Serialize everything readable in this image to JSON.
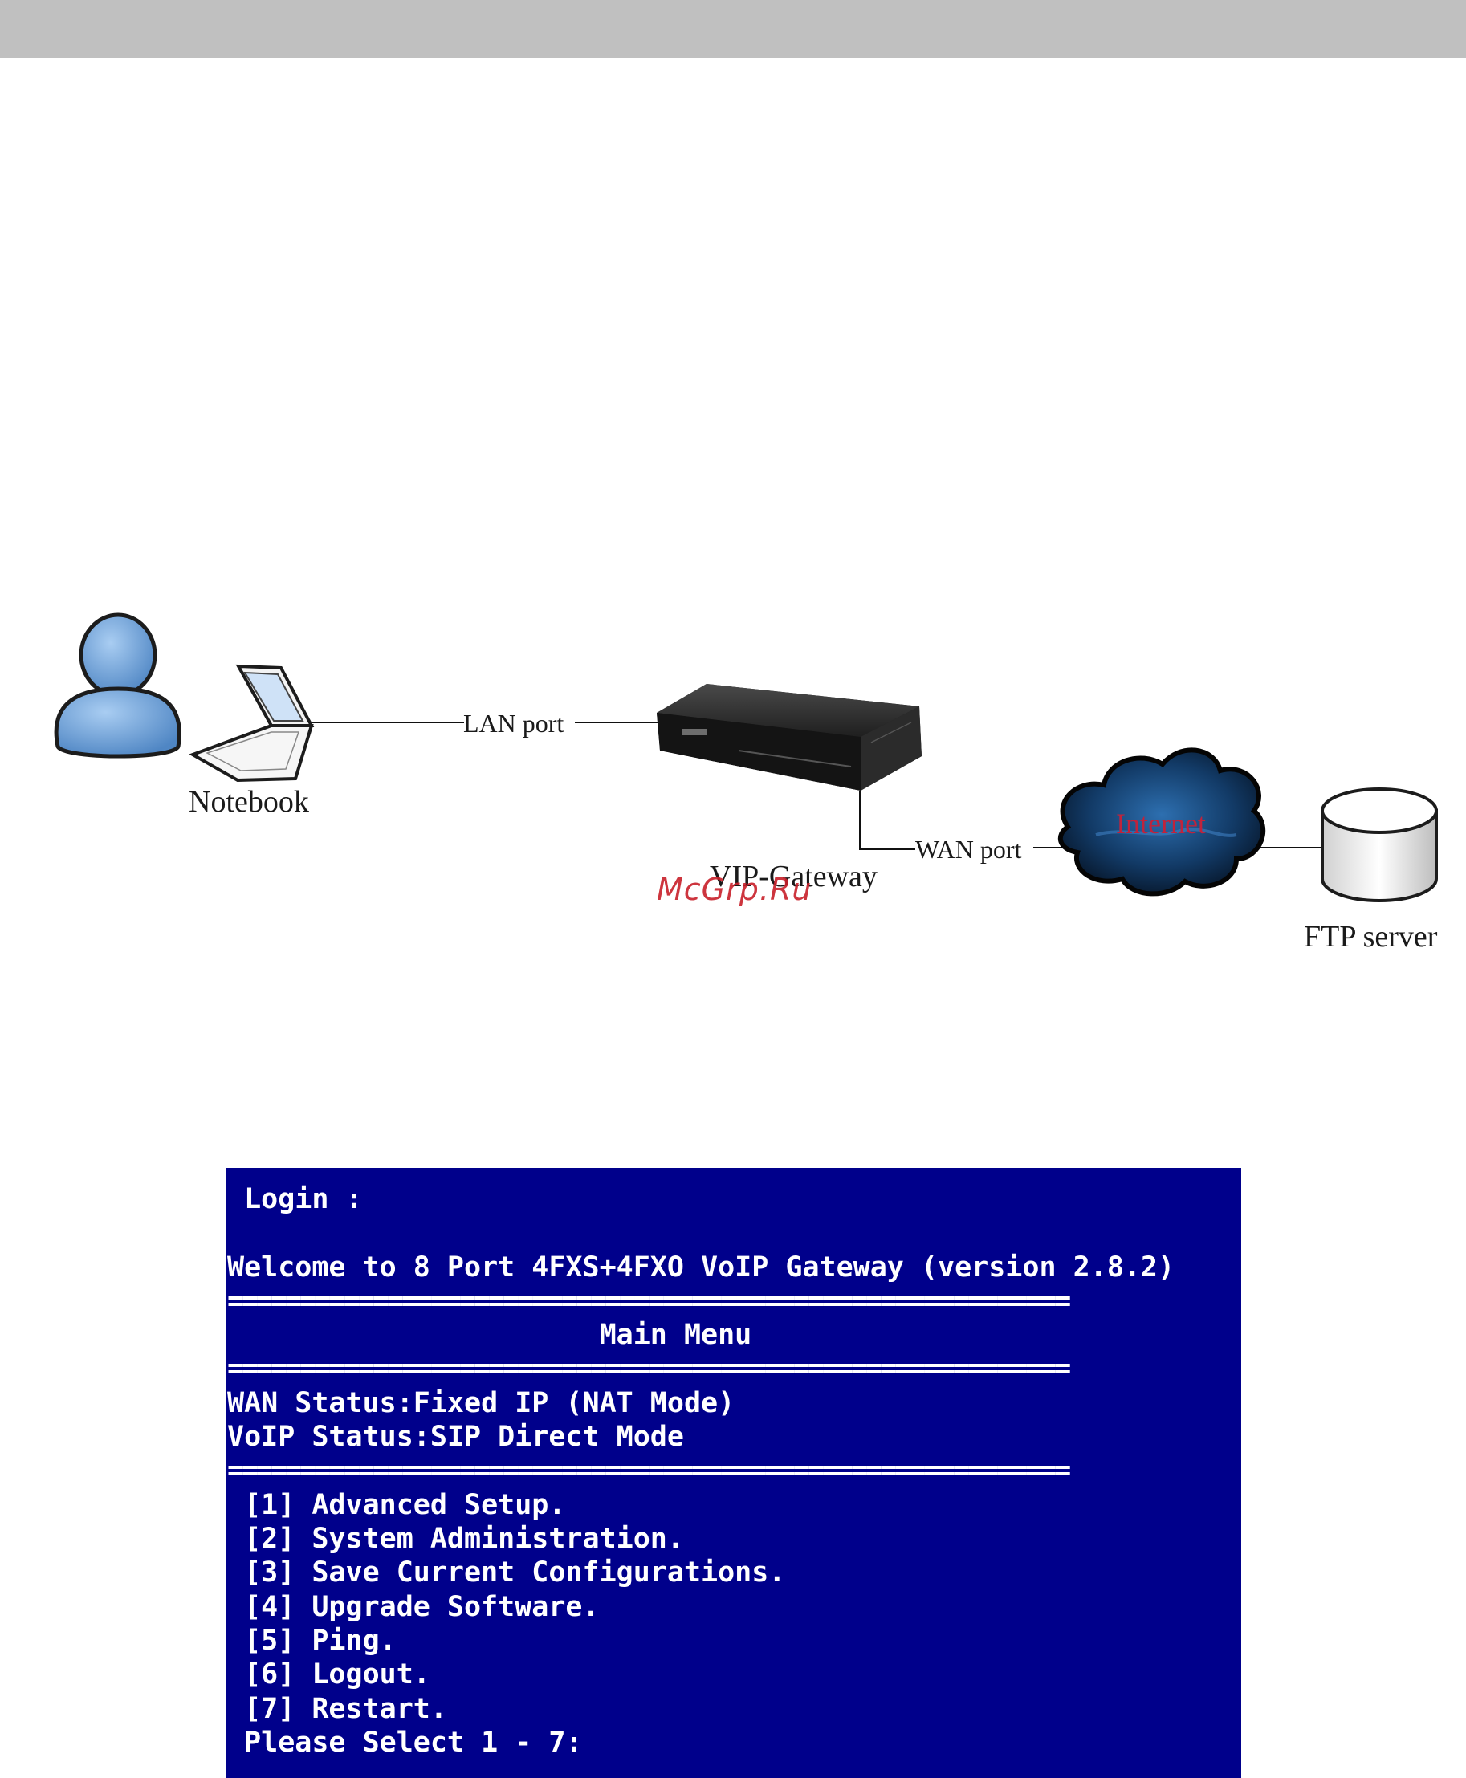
{
  "diagram": {
    "labels": {
      "notebook": "Notebook",
      "lan_port": "LAN port",
      "gateway": "VIP-Gateway",
      "wan_port": "WAN port",
      "internet": "Internet",
      "ftp_server": "FTP server"
    },
    "watermark": "McGrp.Ru"
  },
  "terminal": {
    "login": " Login :",
    "welcome": "Welcome to 8 Port 4FXS+4FXO VoIP Gateway (version 2.8.2)",
    "separator": "==========================================================",
    "title": "                      Main Menu",
    "wan_status": "WAN Status:Fixed IP (NAT Mode)",
    "voip_status": "VoIP Status:SIP Direct Mode",
    "menu_items": [
      " [1] Advanced Setup.",
      " [2] System Administration.",
      " [3] Save Current Configurations.",
      " [4] Upgrade Software.",
      " [5] Ping.",
      " [6] Logout.",
      " [7] Restart."
    ],
    "prompt": " Please Select 1 - 7:"
  }
}
